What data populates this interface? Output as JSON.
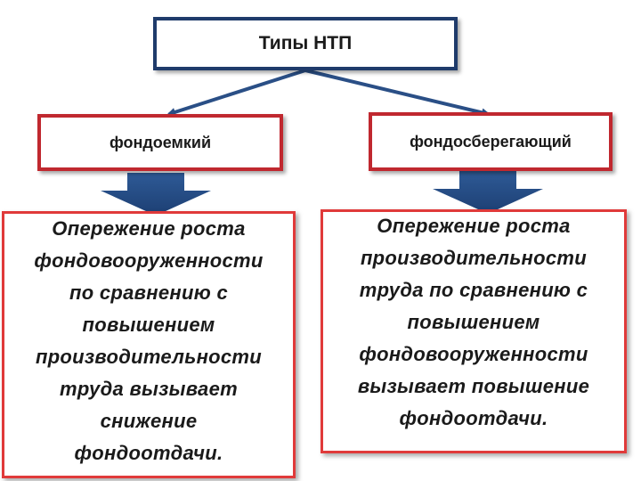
{
  "diagram": {
    "root": {
      "label": "Типы НТП"
    },
    "types": [
      {
        "label": "фондоемкий",
        "description": "Опережение роста\nфондовооруженности\nпо сравнению с\nповышением\nпроизводительности\nтруда вызывает\nснижение\nфондоотдачи."
      },
      {
        "label": "фондосберегающий",
        "description": "Опережение роста\nпроизводительности\nтруда по сравнению с\nповышением\nфондовооруженности\nвызывает повышение\nфондоотдачи."
      }
    ],
    "colors": {
      "root_border": "#1f3b6b",
      "type_border": "#c0282f",
      "description_border": "#e03a3a",
      "connector": "#2a4f86",
      "block_arrow": "#264f88"
    }
  }
}
